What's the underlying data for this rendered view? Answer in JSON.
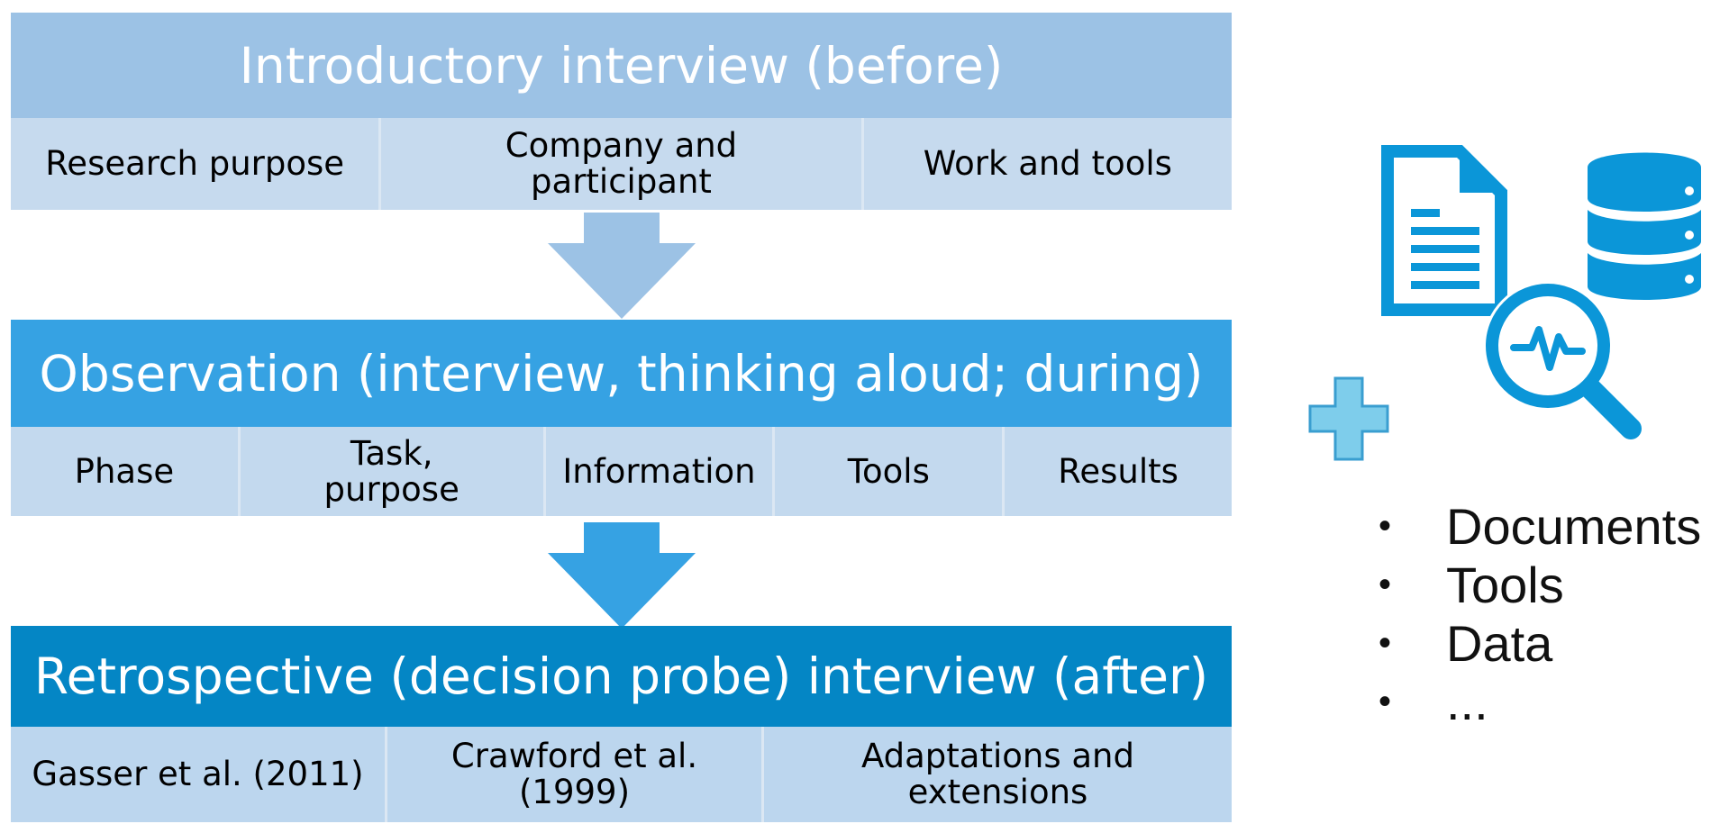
{
  "phases": [
    {
      "title": "Introductory interview (before)",
      "color": "#9cc2e5",
      "items": [
        "Research purpose",
        "Company and participant",
        "Work and tools"
      ]
    },
    {
      "title": "Observation (interview, thinking aloud; during)",
      "color": "#36a2e3",
      "items": [
        "Phase",
        "Task, purpose",
        "Information",
        "Tools",
        "Results"
      ]
    },
    {
      "title": "Retrospective (decision probe) interview (after)",
      "color": "#0486c5",
      "items": [
        "Gasser et al. (2011)",
        "Crawford et al. (1999)",
        "Adaptations and extensions"
      ]
    }
  ],
  "side": {
    "icons": [
      "plus-icon",
      "document-icon",
      "database-icon",
      "magnifier-icon"
    ],
    "bullet": "•",
    "items": [
      "Documents",
      "Tools",
      "Data",
      "..."
    ]
  },
  "colors": {
    "arrow_1": "#9cc2e5",
    "arrow_2": "#36a2e3",
    "icon": "#0b96d8",
    "plus": "#7ecdeb",
    "plus_stroke": "#3a9ed0"
  }
}
